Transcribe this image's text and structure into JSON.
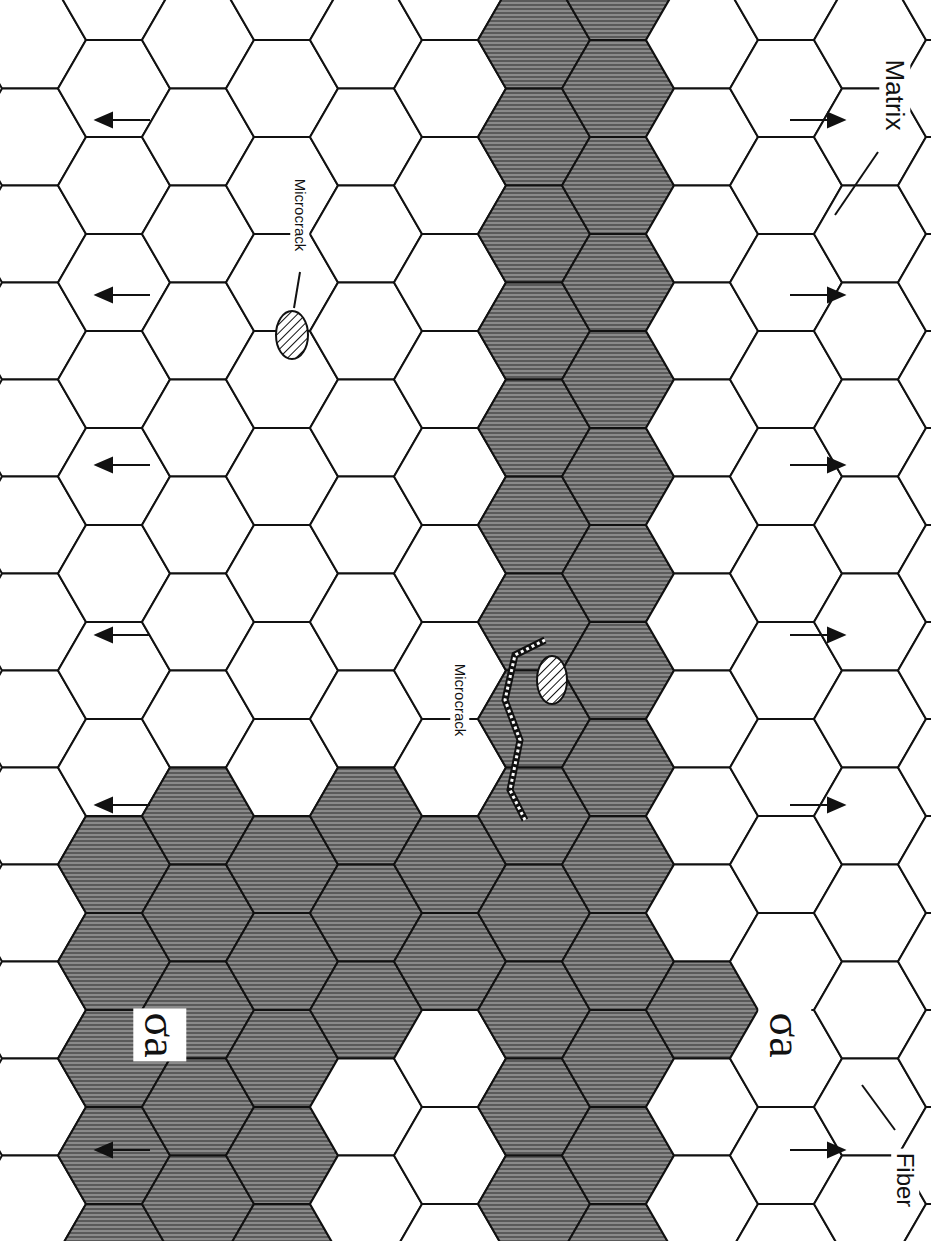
{
  "diagram": {
    "labels": [
      "Matrix",
      "Microcrack",
      "Microcrack",
      "σa",
      "σa",
      "Fiber"
    ]
  }
}
